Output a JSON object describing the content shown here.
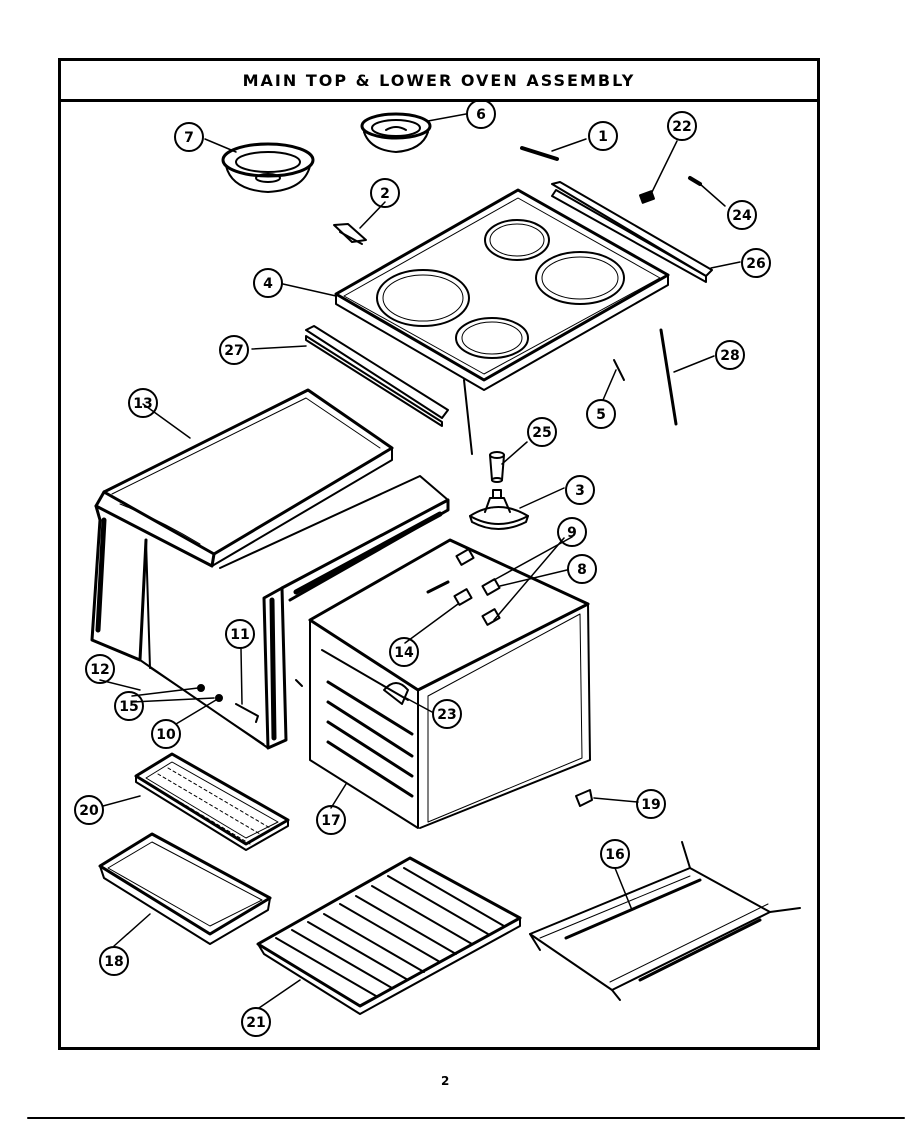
{
  "title": "MAIN TOP & LOWER OVEN ASSEMBLY",
  "page_number": "2",
  "callouts": [
    "1",
    "2",
    "3",
    "4",
    "5",
    "6",
    "7",
    "8",
    "9",
    "10",
    "11",
    "12",
    "13",
    "14",
    "15",
    "16",
    "17",
    "18",
    "19",
    "20",
    "21",
    "22",
    "23",
    "24",
    "25",
    "26",
    "27",
    "28"
  ]
}
